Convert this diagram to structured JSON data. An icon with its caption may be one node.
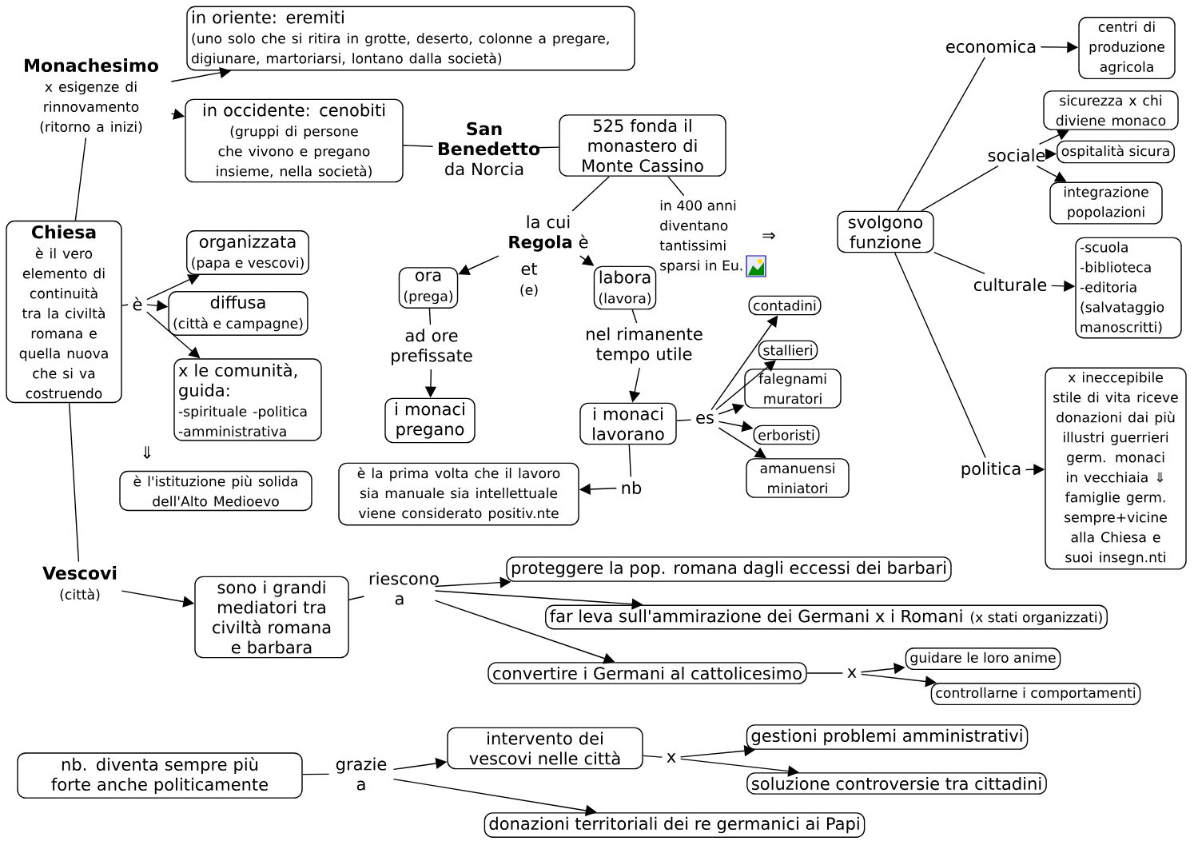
{
  "diagram": {
    "nodes": [
      {
        "text": [
          "Monachesimo",
          "x esigenze di rinnovamento (ritorno a inizi)"
        ]
      },
      {
        "text": [
          "in oriente: eremiti",
          "(uno solo che si ritira in grotte, deserto, colonne a pregare, digiunare, martoriarsi, lontano dalla società)"
        ]
      },
      {
        "text": [
          "in occidente: cenobiti",
          "(gruppi di persone che vivono e pregano insieme, nella società)"
        ]
      },
      {
        "text": [
          "San Benedetto",
          "da Norcia"
        ]
      },
      {
        "text": [
          "525 fonda il monastero di Monte Cassino"
        ]
      },
      {
        "text": [
          "la cui **Regola** è"
        ]
      },
      {
        "text": [
          "ora",
          "(prega)"
        ]
      },
      {
        "text": [
          "et",
          "(e)"
        ]
      },
      {
        "text": [
          "labora",
          "(lavora)"
        ]
      },
      {
        "text": [
          "ad ore prefissate"
        ]
      },
      {
        "text": [
          "nel rimanente tempo utile"
        ]
      },
      {
        "text": [
          "i monaci pregano"
        ]
      },
      {
        "text": [
          "i monaci lavorano"
        ]
      },
      {
        "text": [
          "es"
        ]
      },
      {
        "text": [
          "contadini"
        ]
      },
      {
        "text": [
          "stallieri"
        ]
      },
      {
        "text": [
          "falegnami muratori"
        ]
      },
      {
        "text": [
          "erboristi"
        ]
      },
      {
        "text": [
          "amanuensi miniatori"
        ]
      },
      {
        "text": [
          "nb"
        ]
      },
      {
        "text": [
          "è la prima volta che il lavoro sia manuale sia intellettuale viene considerato positiv.nte"
        ]
      },
      {
        "text": [
          "in 400 anni diventano tantissimi sparsi in Eu.",
          "⇒"
        ]
      },
      {
        "text": [
          "svolgono funzione"
        ]
      },
      {
        "text": [
          "economica"
        ]
      },
      {
        "text": [
          "centri di produzione agricola"
        ]
      },
      {
        "text": [
          "sociale"
        ]
      },
      {
        "text": [
          "sicurezza x chi diviene monaco"
        ]
      },
      {
        "text": [
          "ospitalità sicura"
        ]
      },
      {
        "text": [
          "integrazione popolazioni"
        ]
      },
      {
        "text": [
          "culturale"
        ]
      },
      {
        "text": [
          "-scuola -biblioteca -editoria (salvataggio manoscritti)"
        ]
      },
      {
        "text": [
          "politica"
        ]
      },
      {
        "text": [
          "x ineccepibile stile di vita riceve donazioni dai più illustri guerrieri germ. monaci in vecchiaia ⇓ famiglie germ. sempre+vicine alla Chiesa e suoi insegn.nti"
        ]
      },
      {
        "text": [
          "Chiesa",
          "è il vero elemento di continuità tra la civiltà romana e quella nuova che si va costruendo"
        ]
      },
      {
        "text": [
          "è"
        ]
      },
      {
        "text": [
          "organizzata",
          "(papa e vescovi)"
        ]
      },
      {
        "text": [
          "diffusa",
          "(città e campagne)"
        ]
      },
      {
        "text": [
          "x le comunità, guida:",
          "-spirituale -politica -amministrativa"
        ]
      },
      {
        "text": [
          "⇓"
        ]
      },
      {
        "text": [
          "è l'istituzione più solida dell'Alto Medioevo"
        ]
      },
      {
        "text": [
          "Vescovi",
          "(città)"
        ]
      },
      {
        "text": [
          "sono i grandi mediatori tra civiltà romana e barbara"
        ]
      },
      {
        "text": [
          "riescono a"
        ]
      },
      {
        "text": [
          "proteggere la pop. romana dagli eccessi dei barbari"
        ]
      },
      {
        "text": [
          "far leva sull'ammirazione dei Germani x i Romani",
          "(x stati organizzati)"
        ]
      },
      {
        "text": [
          "convertire i Germani al cattolicesimo"
        ]
      },
      {
        "text": [
          "x"
        ]
      },
      {
        "text": [
          "guidare le loro anime"
        ]
      },
      {
        "text": [
          "controllarne i comportamenti"
        ]
      },
      {
        "text": [
          "nb. diventa sempre più forte anche politicamente"
        ]
      },
      {
        "text": [
          "grazie a"
        ]
      },
      {
        "text": [
          "intervento dei vescovi nelle città"
        ]
      },
      {
        "text": [
          "x"
        ]
      },
      {
        "text": [
          "gestioni problemi amministrativi"
        ]
      },
      {
        "text": [
          "soluzione controversie tra cittadini"
        ]
      },
      {
        "text": [
          "donazioni territoriali dei re germanici ai Papi"
        ]
      }
    ],
    "edges": [
      {
        "from": 0,
        "to": 1,
        "arrow": "to"
      },
      {
        "from": 0,
        "to": 2,
        "arrow": "to"
      },
      {
        "from": 0,
        "to": 33,
        "arrow": "none"
      },
      {
        "from": 2,
        "to": 3,
        "arrow": "none"
      },
      {
        "from": 3,
        "to": 4,
        "arrow": "none"
      },
      {
        "from": 4,
        "to": 5,
        "arrow": "none"
      },
      {
        "from": 5,
        "to": 6,
        "arrow": "to"
      },
      {
        "from": 5,
        "to": 8,
        "arrow": "to"
      },
      {
        "from": 6,
        "to": 9,
        "arrow": "none"
      },
      {
        "from": 9,
        "to": 11,
        "arrow": "to"
      },
      {
        "from": 8,
        "to": 10,
        "arrow": "none"
      },
      {
        "from": 10,
        "to": 12,
        "arrow": "to"
      },
      {
        "from": 12,
        "to": 13,
        "arrow": "none"
      },
      {
        "from": 13,
        "to": 14,
        "arrow": "to"
      },
      {
        "from": 13,
        "to": 15,
        "arrow": "to"
      },
      {
        "from": 13,
        "to": 16,
        "arrow": "to"
      },
      {
        "from": 13,
        "to": 17,
        "arrow": "to"
      },
      {
        "from": 13,
        "to": 18,
        "arrow": "to"
      },
      {
        "from": 12,
        "to": 19,
        "arrow": "none"
      },
      {
        "from": 19,
        "to": 20,
        "arrow": "to"
      },
      {
        "from": 4,
        "to": 21,
        "arrow": "none"
      },
      {
        "from": 22,
        "to": 23,
        "arrow": "none"
      },
      {
        "from": 22,
        "to": 25,
        "arrow": "none"
      },
      {
        "from": 22,
        "to": 29,
        "arrow": "none"
      },
      {
        "from": 22,
        "to": 31,
        "arrow": "none"
      },
      {
        "from": 23,
        "to": 24,
        "arrow": "to"
      },
      {
        "from": 25,
        "to": 26,
        "arrow": "to"
      },
      {
        "from": 25,
        "to": 27,
        "arrow": "to"
      },
      {
        "from": 25,
        "to": 28,
        "arrow": "to"
      },
      {
        "from": 29,
        "to": 30,
        "arrow": "to"
      },
      {
        "from": 31,
        "to": 32,
        "arrow": "to"
      },
      {
        "from": 33,
        "to": 34,
        "arrow": "none"
      },
      {
        "from": 34,
        "to": 35,
        "arrow": "to"
      },
      {
        "from": 34,
        "to": 36,
        "arrow": "to"
      },
      {
        "from": 34,
        "to": 37,
        "arrow": "to"
      },
      {
        "from": 33,
        "to": 40,
        "arrow": "none"
      },
      {
        "from": 40,
        "to": 41,
        "arrow": "to"
      },
      {
        "from": 41,
        "to": 42,
        "arrow": "none"
      },
      {
        "from": 42,
        "to": 43,
        "arrow": "to"
      },
      {
        "from": 42,
        "to": 44,
        "arrow": "to"
      },
      {
        "from": 42,
        "to": 45,
        "arrow": "to"
      },
      {
        "from": 45,
        "to": 46,
        "arrow": "none"
      },
      {
        "from": 46,
        "to": 47,
        "arrow": "to"
      },
      {
        "from": 46,
        "to": 48,
        "arrow": "to"
      },
      {
        "from": 49,
        "to": 50,
        "arrow": "none"
      },
      {
        "from": 50,
        "to": 51,
        "arrow": "to"
      },
      {
        "from": 50,
        "to": 55,
        "arrow": "to"
      },
      {
        "from": 51,
        "to": 52,
        "arrow": "none"
      },
      {
        "from": 52,
        "to": 53,
        "arrow": "to"
      },
      {
        "from": 52,
        "to": 54,
        "arrow": "to"
      }
    ]
  }
}
